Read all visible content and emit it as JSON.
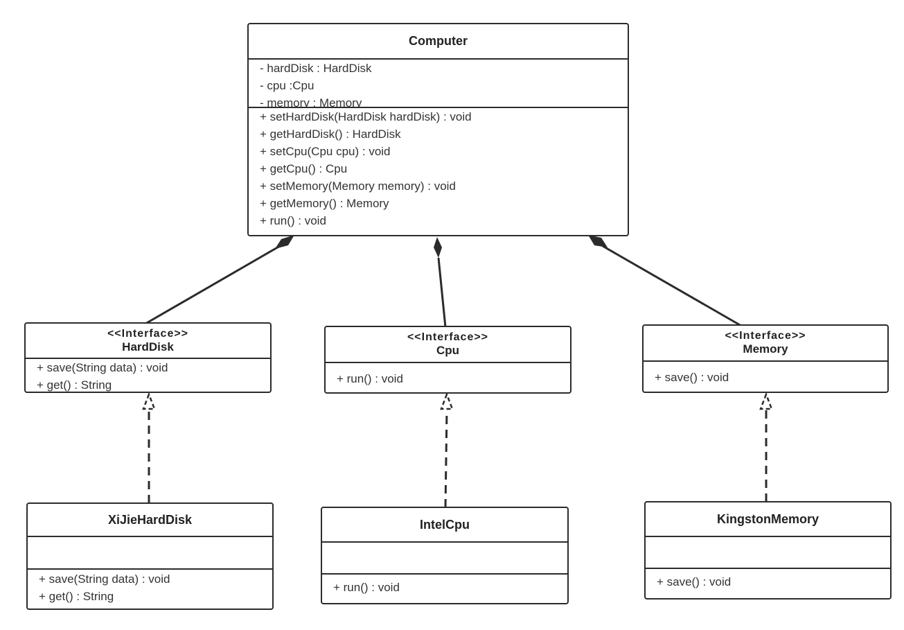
{
  "computer": {
    "name": "Computer",
    "attributes": [
      "- hardDisk : HardDisk",
      "- cpu :Cpu",
      "- memory : Memory"
    ],
    "operations": [
      "+ setHardDisk(HardDisk hardDisk) : void",
      "+ getHardDisk() : HardDisk",
      "+ setCpu(Cpu cpu) : void",
      "+ getCpu() : Cpu",
      "+ setMemory(Memory memory) : void",
      "+ getMemory() : Memory",
      "+ run() : void"
    ]
  },
  "harddisk": {
    "stereotype": "<<Interface>>",
    "name": "HardDisk",
    "operations": [
      "+ save(String data) : void",
      "+ get() : String"
    ]
  },
  "cpu": {
    "stereotype": "<<Interface>>",
    "name": "Cpu",
    "operations": [
      "+ run() : void"
    ]
  },
  "memory": {
    "stereotype": "<<Interface>>",
    "name": "Memory",
    "operations": [
      "+ save() : void"
    ]
  },
  "xijie": {
    "name": "XiJieHardDisk",
    "operations": [
      "+ save(String data) : void",
      "+ get() : String"
    ]
  },
  "intel": {
    "name": "IntelCpu",
    "operations": [
      "+ run() : void"
    ]
  },
  "kingston": {
    "name": "KingstonMemory",
    "operations": [
      "+ save() : void"
    ]
  },
  "colors": {
    "line": "#2b2b2b",
    "text": "#333333",
    "background": "#ffffff"
  }
}
